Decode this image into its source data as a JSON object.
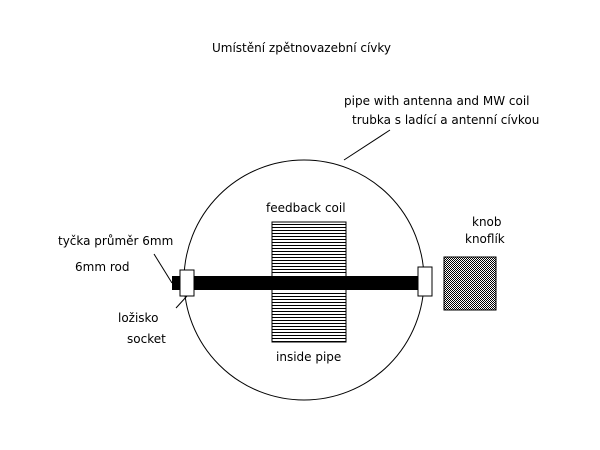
{
  "title": "Umístění zpětnovazební cívky",
  "labels": {
    "pipe_en": "pipe with antenna and MW coil",
    "pipe_cz": "trubka s ladící a antenní cívkou",
    "feedback_coil": "feedback coil",
    "inside_pipe": "inside pipe",
    "knob_en": "knob",
    "knob_cz": "knoflík",
    "rod_cz": "tyčka průměr 6mm",
    "rod_en": "6mm rod",
    "socket_cz": "ložisko",
    "socket_en": "socket"
  },
  "colors": {
    "line": "#000000",
    "background": "#ffffff",
    "knob_fill": "#c8c8c8"
  }
}
